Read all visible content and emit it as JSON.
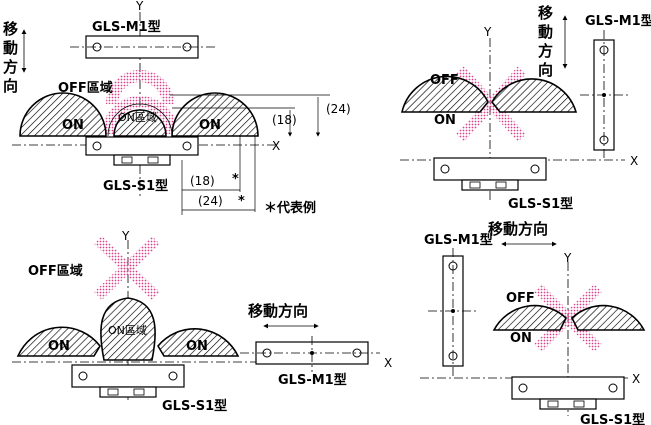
{
  "colors": {
    "off_zone": "#d9428c",
    "hatch": "#000000",
    "line": "#000000"
  },
  "labels": {
    "m1_model": "GLS-M1型",
    "s1_model": "GLS-S1型",
    "axis_x": "X",
    "axis_y": "Y",
    "off": "OFF",
    "on": "ON",
    "off_zone": "OFF區域",
    "on_zone": "ON區域",
    "move_dir": "移動方向",
    "move_dir_chars": [
      "移",
      "動",
      "方",
      "向"
    ],
    "dim_18": "(18)",
    "dim_24": "(24)",
    "asterisk": "*",
    "representative": "＊代表例"
  }
}
